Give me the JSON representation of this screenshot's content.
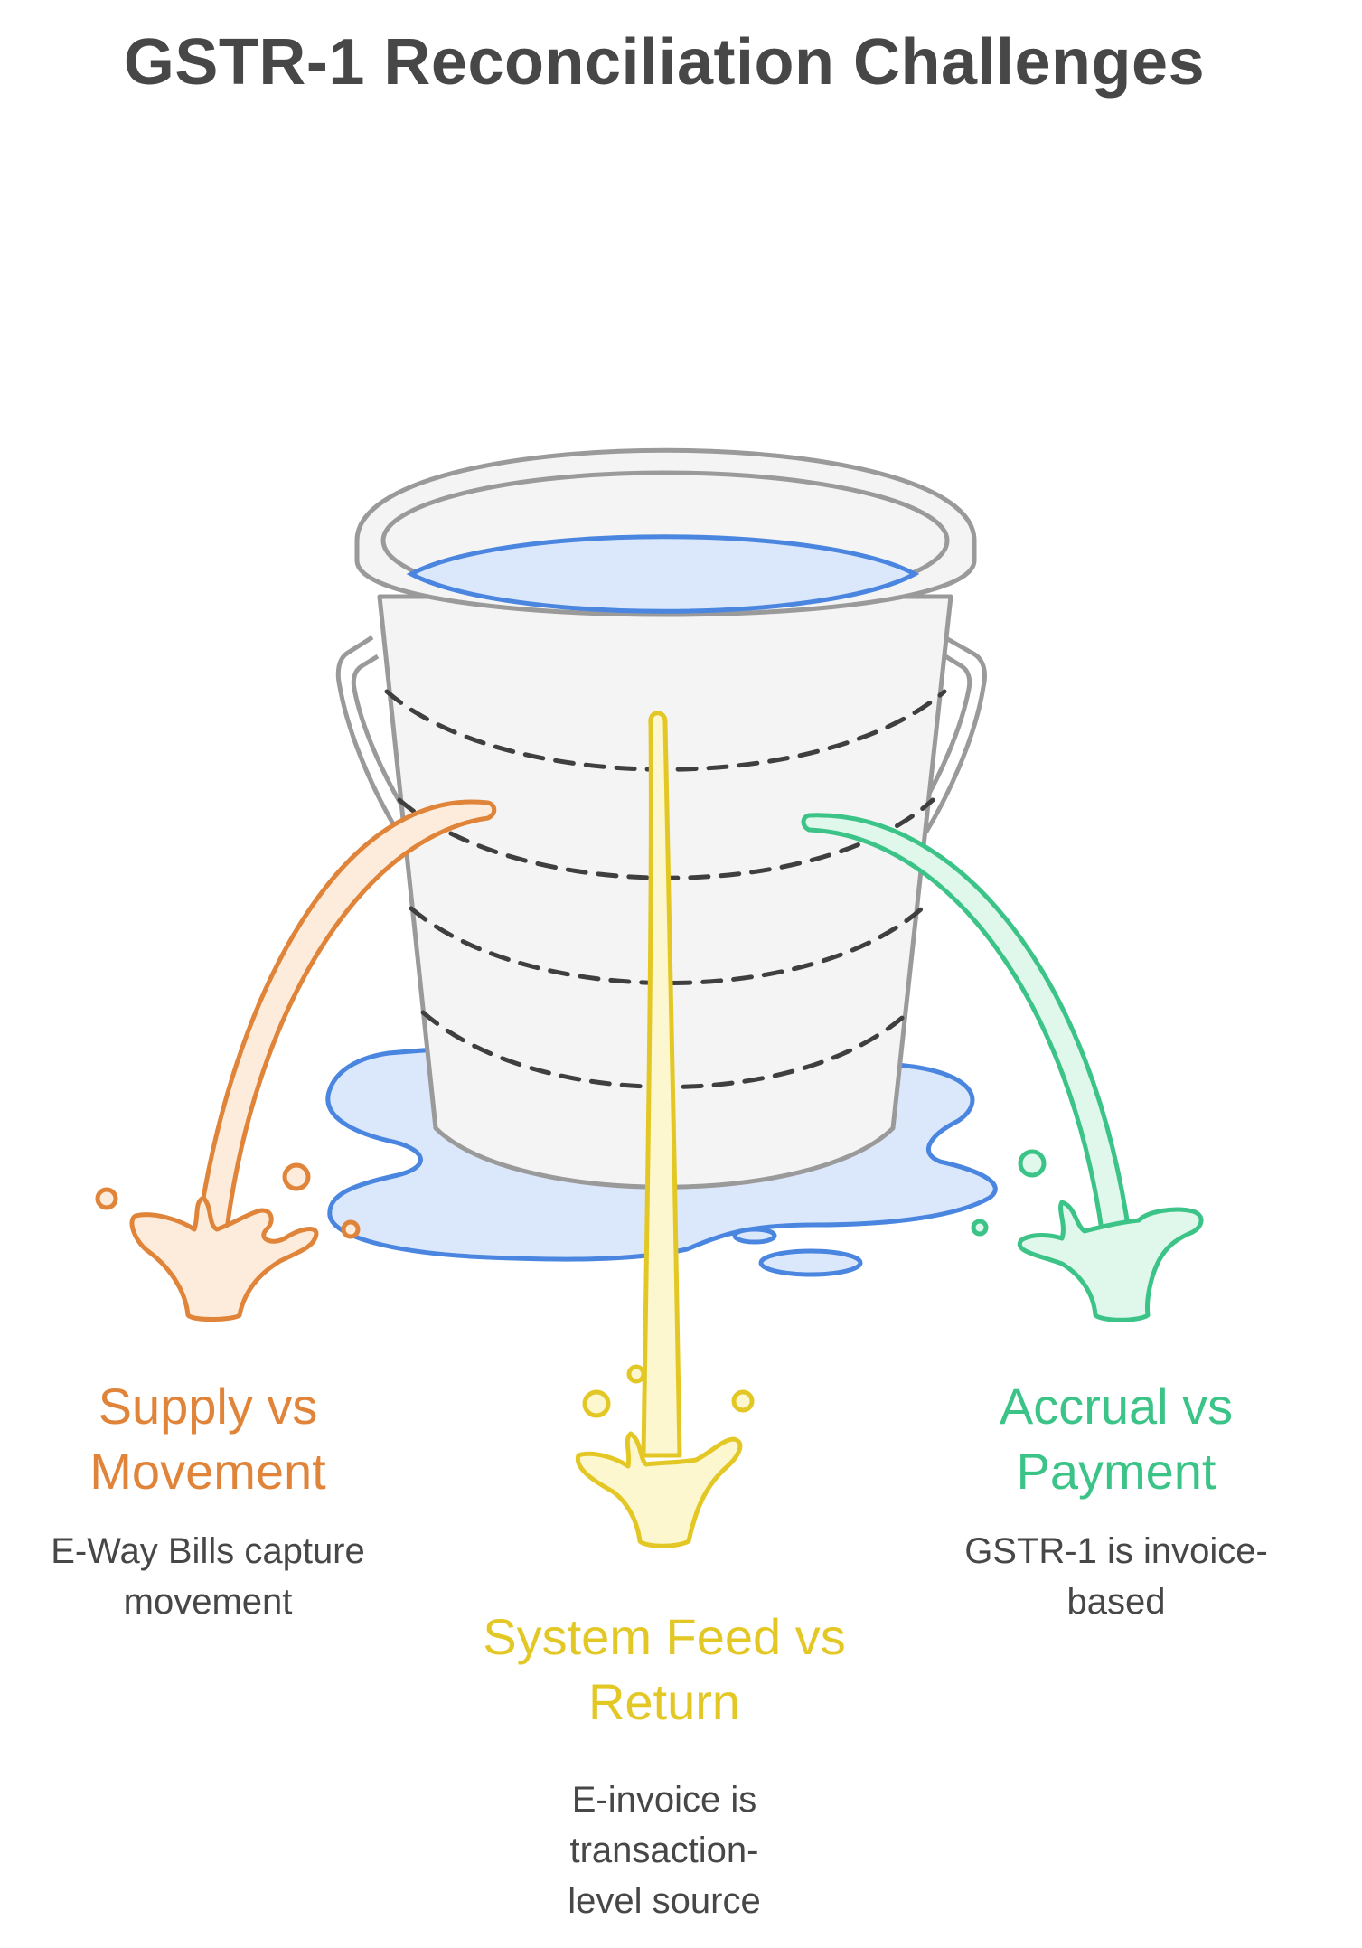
{
  "title": "GSTR-1 Reconciliation Challenges",
  "colors": {
    "left": "#e0843a",
    "middle": "#e3c825",
    "right": "#3cc488",
    "bucket_stroke": "#9a9a9a",
    "water": "#4a86e0"
  },
  "challenges": [
    {
      "title": "Supply vs Movement",
      "description": "E-Way Bills capture movement"
    },
    {
      "title": "System Feed vs Return",
      "description": "E-invoice is transaction-level source"
    },
    {
      "title": "Accrual vs Payment",
      "description": "GSTR-1 is invoice-based"
    }
  ]
}
